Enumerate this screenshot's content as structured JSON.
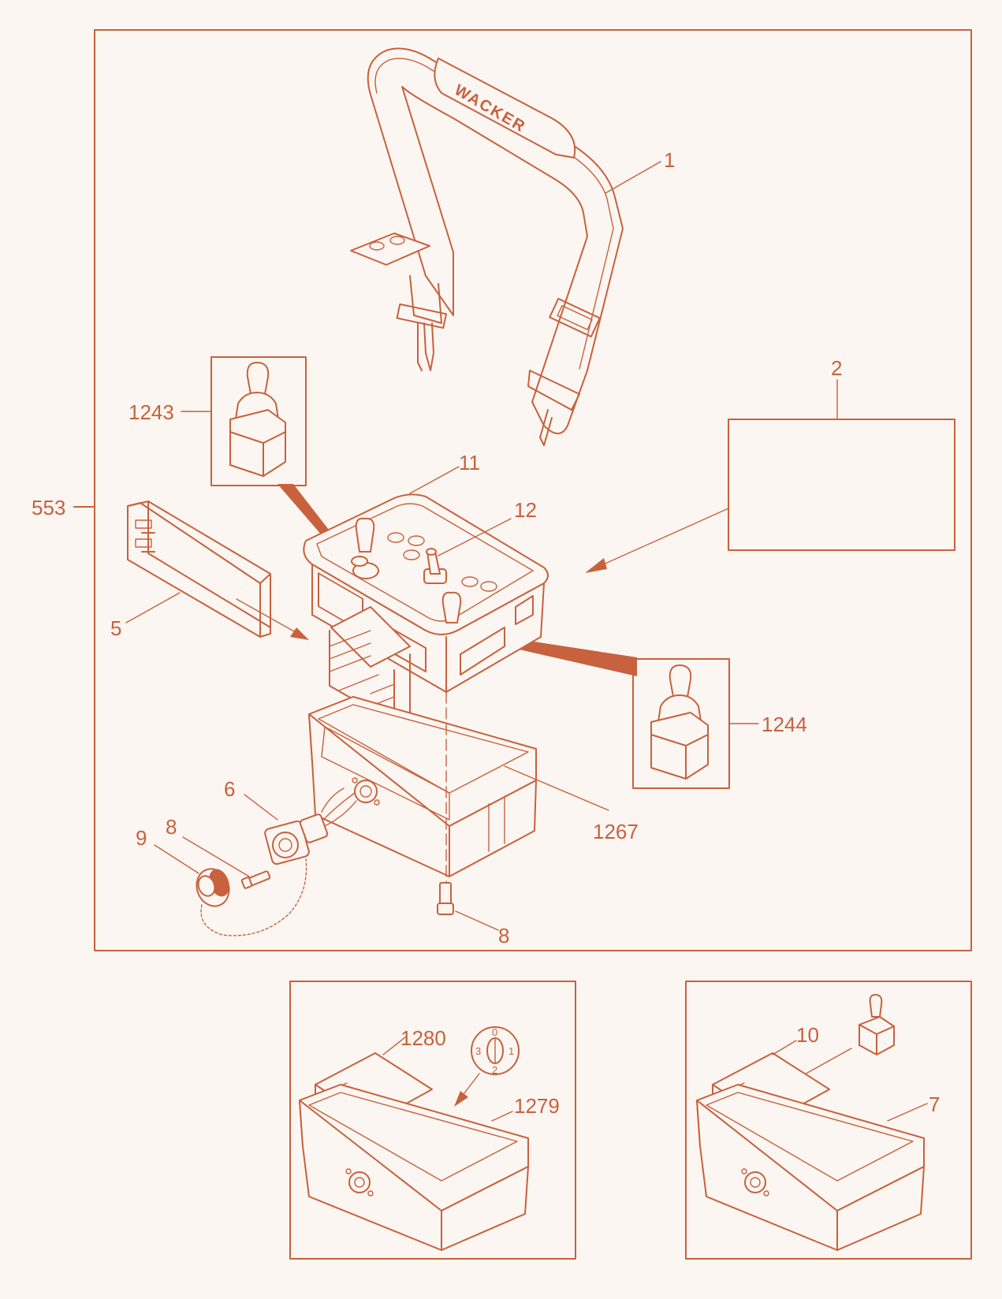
{
  "labels": {
    "assembly": "553",
    "handle": "1",
    "decal": "2",
    "cover": "5",
    "connector": "6",
    "box_alt_10": "7",
    "screw_left": "8",
    "screw_bottom": "8",
    "cap": "9",
    "board_alt": "10",
    "upper_housing": "11",
    "toggle_switch": "12",
    "joystick_left": "1243",
    "joystick_right": "1244",
    "lower_housing": "1267",
    "box_alt_1280": "1279",
    "board_1280": "1280"
  },
  "brand": "WACKER",
  "dial_marks": [
    "0",
    "1",
    "2",
    "3"
  ],
  "colors": {
    "line": "#c8613e",
    "background": "#fbf6f1"
  }
}
